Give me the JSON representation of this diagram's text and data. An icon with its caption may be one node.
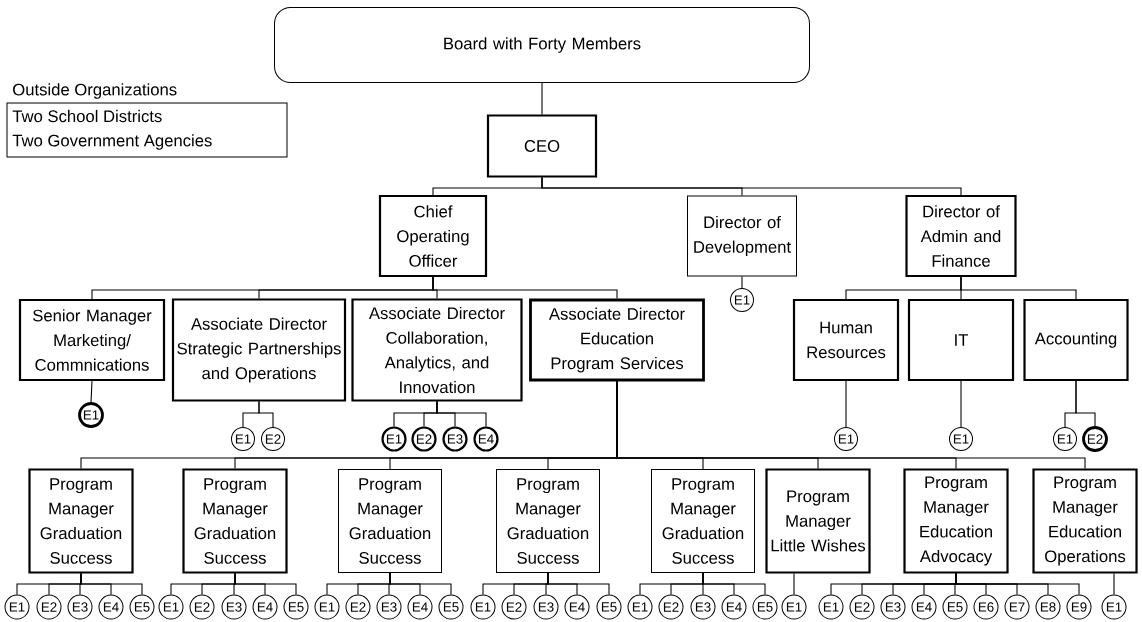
{
  "diagram": {
    "nodes": [
      {
        "text": [
          "Board with Forty Members"
        ]
      },
      {
        "text": [
          "Outside Organizations",
          "Two School Districts",
          "Two Government Agencies"
        ]
      },
      {
        "text": [
          "CEO"
        ]
      },
      {
        "text": [
          "Chief Operating Officer"
        ]
      },
      {
        "text": [
          "Director of Development"
        ]
      },
      {
        "text": [
          "Director of Admin and Finance"
        ]
      },
      {
        "text": [
          "Senior Manager Marketing/ Commnications"
        ]
      },
      {
        "text": [
          "Associate Director Strategic Partnerships and Operations"
        ]
      },
      {
        "text": [
          "Associate Director Collaboration, Analytics, and Innovation"
        ]
      },
      {
        "text": [
          "Associate Director Education Program Services"
        ]
      },
      {
        "text": [
          "E1"
        ]
      },
      {
        "text": [
          "Human Resources"
        ]
      },
      {
        "text": [
          "IT"
        ]
      },
      {
        "text": [
          "Accounting"
        ]
      },
      {
        "text": [
          "E1"
        ]
      },
      {
        "text": [
          "E1"
        ]
      },
      {
        "text": [
          "E2"
        ]
      },
      {
        "text": [
          "E1"
        ]
      },
      {
        "text": [
          "E2"
        ]
      },
      {
        "text": [
          "E3"
        ]
      },
      {
        "text": [
          "E4"
        ]
      },
      {
        "text": [
          "E1"
        ]
      },
      {
        "text": [
          "E1"
        ]
      },
      {
        "text": [
          "E1"
        ]
      },
      {
        "text": [
          "E2"
        ]
      },
      {
        "text": [
          "Program Manager Graduation Success"
        ]
      },
      {
        "text": [
          "Program Manager Graduation Success"
        ]
      },
      {
        "text": [
          "Program Manager Graduation Success"
        ]
      },
      {
        "text": [
          "Program Manager Graduation Success"
        ]
      },
      {
        "text": [
          "Program Manager Graduation Success"
        ]
      },
      {
        "text": [
          "Program Manager Little Wishes"
        ]
      },
      {
        "text": [
          "Program Manager Education Advocacy"
        ]
      },
      {
        "text": [
          "Program Manager Education Operations"
        ]
      },
      {
        "text": [
          "E1"
        ]
      },
      {
        "text": [
          "E2"
        ]
      },
      {
        "text": [
          "E3"
        ]
      },
      {
        "text": [
          "E4"
        ]
      },
      {
        "text": [
          "E5"
        ]
      },
      {
        "text": [
          "E1"
        ]
      },
      {
        "text": [
          "E2"
        ]
      },
      {
        "text": [
          "E3"
        ]
      },
      {
        "text": [
          "E4"
        ]
      },
      {
        "text": [
          "E5"
        ]
      },
      {
        "text": [
          "E1"
        ]
      },
      {
        "text": [
          "E2"
        ]
      },
      {
        "text": [
          "E3"
        ]
      },
      {
        "text": [
          "E4"
        ]
      },
      {
        "text": [
          "E5"
        ]
      },
      {
        "text": [
          "E1"
        ]
      },
      {
        "text": [
          "E2"
        ]
      },
      {
        "text": [
          "E3"
        ]
      },
      {
        "text": [
          "E4"
        ]
      },
      {
        "text": [
          "E5"
        ]
      },
      {
        "text": [
          "E1"
        ]
      },
      {
        "text": [
          "E2"
        ]
      },
      {
        "text": [
          "E3"
        ]
      },
      {
        "text": [
          "E4"
        ]
      },
      {
        "text": [
          "E5"
        ]
      },
      {
        "text": [
          "E1"
        ]
      },
      {
        "text": [
          "E1"
        ]
      },
      {
        "text": [
          "E2"
        ]
      },
      {
        "text": [
          "E3"
        ]
      },
      {
        "text": [
          "E4"
        ]
      },
      {
        "text": [
          "E5"
        ]
      },
      {
        "text": [
          "E6"
        ]
      },
      {
        "text": [
          "E7"
        ]
      },
      {
        "text": [
          "E8"
        ]
      },
      {
        "text": [
          "E9"
        ]
      },
      {
        "text": [
          "E1"
        ]
      }
    ],
    "edges": [
      {
        "from": 0,
        "to": 2,
        "arrow": "none"
      },
      {
        "from": 2,
        "to": 3,
        "arrow": "none"
      },
      {
        "from": 2,
        "to": 4,
        "arrow": "none"
      },
      {
        "from": 2,
        "to": 5,
        "arrow": "none"
      },
      {
        "from": 3,
        "to": 6,
        "arrow": "none"
      },
      {
        "from": 3,
        "to": 7,
        "arrow": "none"
      },
      {
        "from": 3,
        "to": 8,
        "arrow": "none"
      },
      {
        "from": 3,
        "to": 9,
        "arrow": "none"
      },
      {
        "from": 4,
        "to": 10,
        "arrow": "none"
      },
      {
        "from": 5,
        "to": 11,
        "arrow": "none"
      },
      {
        "from": 5,
        "to": 12,
        "arrow": "none"
      },
      {
        "from": 5,
        "to": 13,
        "arrow": "none"
      },
      {
        "from": 6,
        "to": 14,
        "arrow": "none"
      },
      {
        "from": 7,
        "to": 15,
        "arrow": "none"
      },
      {
        "from": 7,
        "to": 16,
        "arrow": "none"
      },
      {
        "from": 8,
        "to": 17,
        "arrow": "none"
      },
      {
        "from": 8,
        "to": 18,
        "arrow": "none"
      },
      {
        "from": 8,
        "to": 19,
        "arrow": "none"
      },
      {
        "from": 8,
        "to": 20,
        "arrow": "none"
      },
      {
        "from": 11,
        "to": 21,
        "arrow": "none"
      },
      {
        "from": 12,
        "to": 22,
        "arrow": "none"
      },
      {
        "from": 13,
        "to": 23,
        "arrow": "none"
      },
      {
        "from": 13,
        "to": 24,
        "arrow": "none"
      },
      {
        "from": 9,
        "to": 25,
        "arrow": "none"
      },
      {
        "from": 9,
        "to": 26,
        "arrow": "none"
      },
      {
        "from": 9,
        "to": 27,
        "arrow": "none"
      },
      {
        "from": 9,
        "to": 28,
        "arrow": "none"
      },
      {
        "from": 9,
        "to": 29,
        "arrow": "none"
      },
      {
        "from": 9,
        "to": 30,
        "arrow": "none"
      },
      {
        "from": 9,
        "to": 31,
        "arrow": "none"
      },
      {
        "from": 9,
        "to": 32,
        "arrow": "none"
      },
      {
        "from": 25,
        "to": 33,
        "arrow": "none"
      },
      {
        "from": 25,
        "to": 34,
        "arrow": "none"
      },
      {
        "from": 25,
        "to": 35,
        "arrow": "none"
      },
      {
        "from": 25,
        "to": 36,
        "arrow": "none"
      },
      {
        "from": 25,
        "to": 37,
        "arrow": "none"
      },
      {
        "from": 26,
        "to": 38,
        "arrow": "none"
      },
      {
        "from": 26,
        "to": 39,
        "arrow": "none"
      },
      {
        "from": 26,
        "to": 40,
        "arrow": "none"
      },
      {
        "from": 26,
        "to": 41,
        "arrow": "none"
      },
      {
        "from": 26,
        "to": 42,
        "arrow": "none"
      },
      {
        "from": 27,
        "to": 43,
        "arrow": "none"
      },
      {
        "from": 27,
        "to": 44,
        "arrow": "none"
      },
      {
        "from": 27,
        "to": 45,
        "arrow": "none"
      },
      {
        "from": 27,
        "to": 46,
        "arrow": "none"
      },
      {
        "from": 27,
        "to": 47,
        "arrow": "none"
      },
      {
        "from": 28,
        "to": 48,
        "arrow": "none"
      },
      {
        "from": 28,
        "to": 49,
        "arrow": "none"
      },
      {
        "from": 28,
        "to": 50,
        "arrow": "none"
      },
      {
        "from": 28,
        "to": 51,
        "arrow": "none"
      },
      {
        "from": 28,
        "to": 52,
        "arrow": "none"
      },
      {
        "from": 29,
        "to": 53,
        "arrow": "none"
      },
      {
        "from": 29,
        "to": 54,
        "arrow": "none"
      },
      {
        "from": 29,
        "to": 55,
        "arrow": "none"
      },
      {
        "from": 29,
        "to": 56,
        "arrow": "none"
      },
      {
        "from": 29,
        "to": 57,
        "arrow": "none"
      },
      {
        "from": 30,
        "to": 58,
        "arrow": "none"
      },
      {
        "from": 31,
        "to": 59,
        "arrow": "none"
      },
      {
        "from": 31,
        "to": 60,
        "arrow": "none"
      },
      {
        "from": 31,
        "to": 61,
        "arrow": "none"
      },
      {
        "from": 31,
        "to": 62,
        "arrow": "none"
      },
      {
        "from": 31,
        "to": 63,
        "arrow": "none"
      },
      {
        "from": 31,
        "to": 64,
        "arrow": "none"
      },
      {
        "from": 31,
        "to": 65,
        "arrow": "none"
      },
      {
        "from": 31,
        "to": 66,
        "arrow": "none"
      },
      {
        "from": 31,
        "to": 67,
        "arrow": "none"
      },
      {
        "from": 32,
        "to": 68,
        "arrow": "none"
      }
    ]
  }
}
